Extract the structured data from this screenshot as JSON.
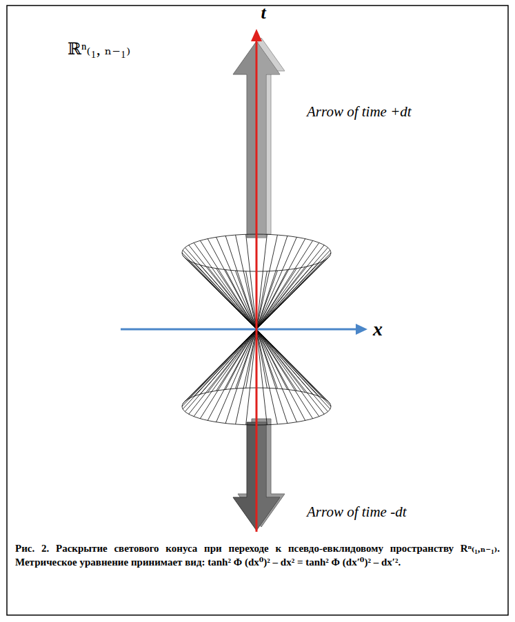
{
  "diagram": {
    "caption": "Рис. 2. Раскрытие светового конуса при переходе к псевдо-евклидовому пространству Rⁿ₍₁,ₙ₋₁₎. Метрическое уравнение принимает вид: tanh² Φ (dx⁰)² – dx² = tanh² Φ (dx′⁰)² – dx′².",
    "labels": [
      "t",
      "ℝⁿ₍₁, ₙ₋₁₎",
      "Arrow of time +dt",
      "x",
      "Arrow of time -dt"
    ]
  }
}
